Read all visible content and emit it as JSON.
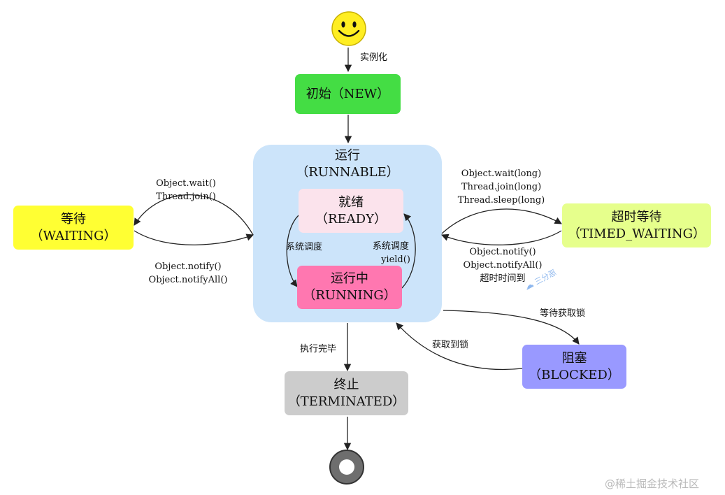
{
  "states": {
    "new": {
      "label": "初始（NEW）"
    },
    "runnable": {
      "line1": "运行",
      "line2": "（RUNNABLE）"
    },
    "ready": {
      "line1": "就绪",
      "line2": "（READY）"
    },
    "running": {
      "line1": "运行中",
      "line2": "（RUNNING）"
    },
    "waiting": {
      "line1": "等待",
      "line2": "（WAITING）"
    },
    "timed_waiting": {
      "line1": "超时等待",
      "line2": "（TIMED_WAITING）"
    },
    "blocked": {
      "line1": "阻塞",
      "line2": "（BLOCKED）"
    },
    "terminated": {
      "line1": "终止",
      "line2": "（TERMINATED）"
    }
  },
  "transitions": {
    "instantiate": "实例化",
    "to_waiting": [
      "Object.wait()",
      "Thread.join()"
    ],
    "from_waiting": [
      "Object.notify()",
      "Object.notifyAll()"
    ],
    "to_timed": [
      "Object.wait(long)",
      "Thread.join(long)",
      "Thread.sleep(long)"
    ],
    "from_timed": [
      "Object.notify()",
      "Object.notifyAll()",
      "超时时间到"
    ],
    "schedule_left": "系统调度",
    "schedule_right": [
      "系统调度",
      "yield()"
    ],
    "wait_lock": "等待获取锁",
    "get_lock": "获取到锁",
    "finish": "执行完毕"
  },
  "colors": {
    "new": "#44dd44",
    "runnable": "#cce4fa",
    "ready": "#fbe3ec",
    "running": "#ff77b0",
    "waiting": "#ffff33",
    "timed_waiting": "#e6ff8c",
    "blocked": "#9999ff",
    "terminated": "#cccccc"
  },
  "watermark": {
    "stamp": "三分恶",
    "footer": "@稀土掘金技术社区"
  }
}
